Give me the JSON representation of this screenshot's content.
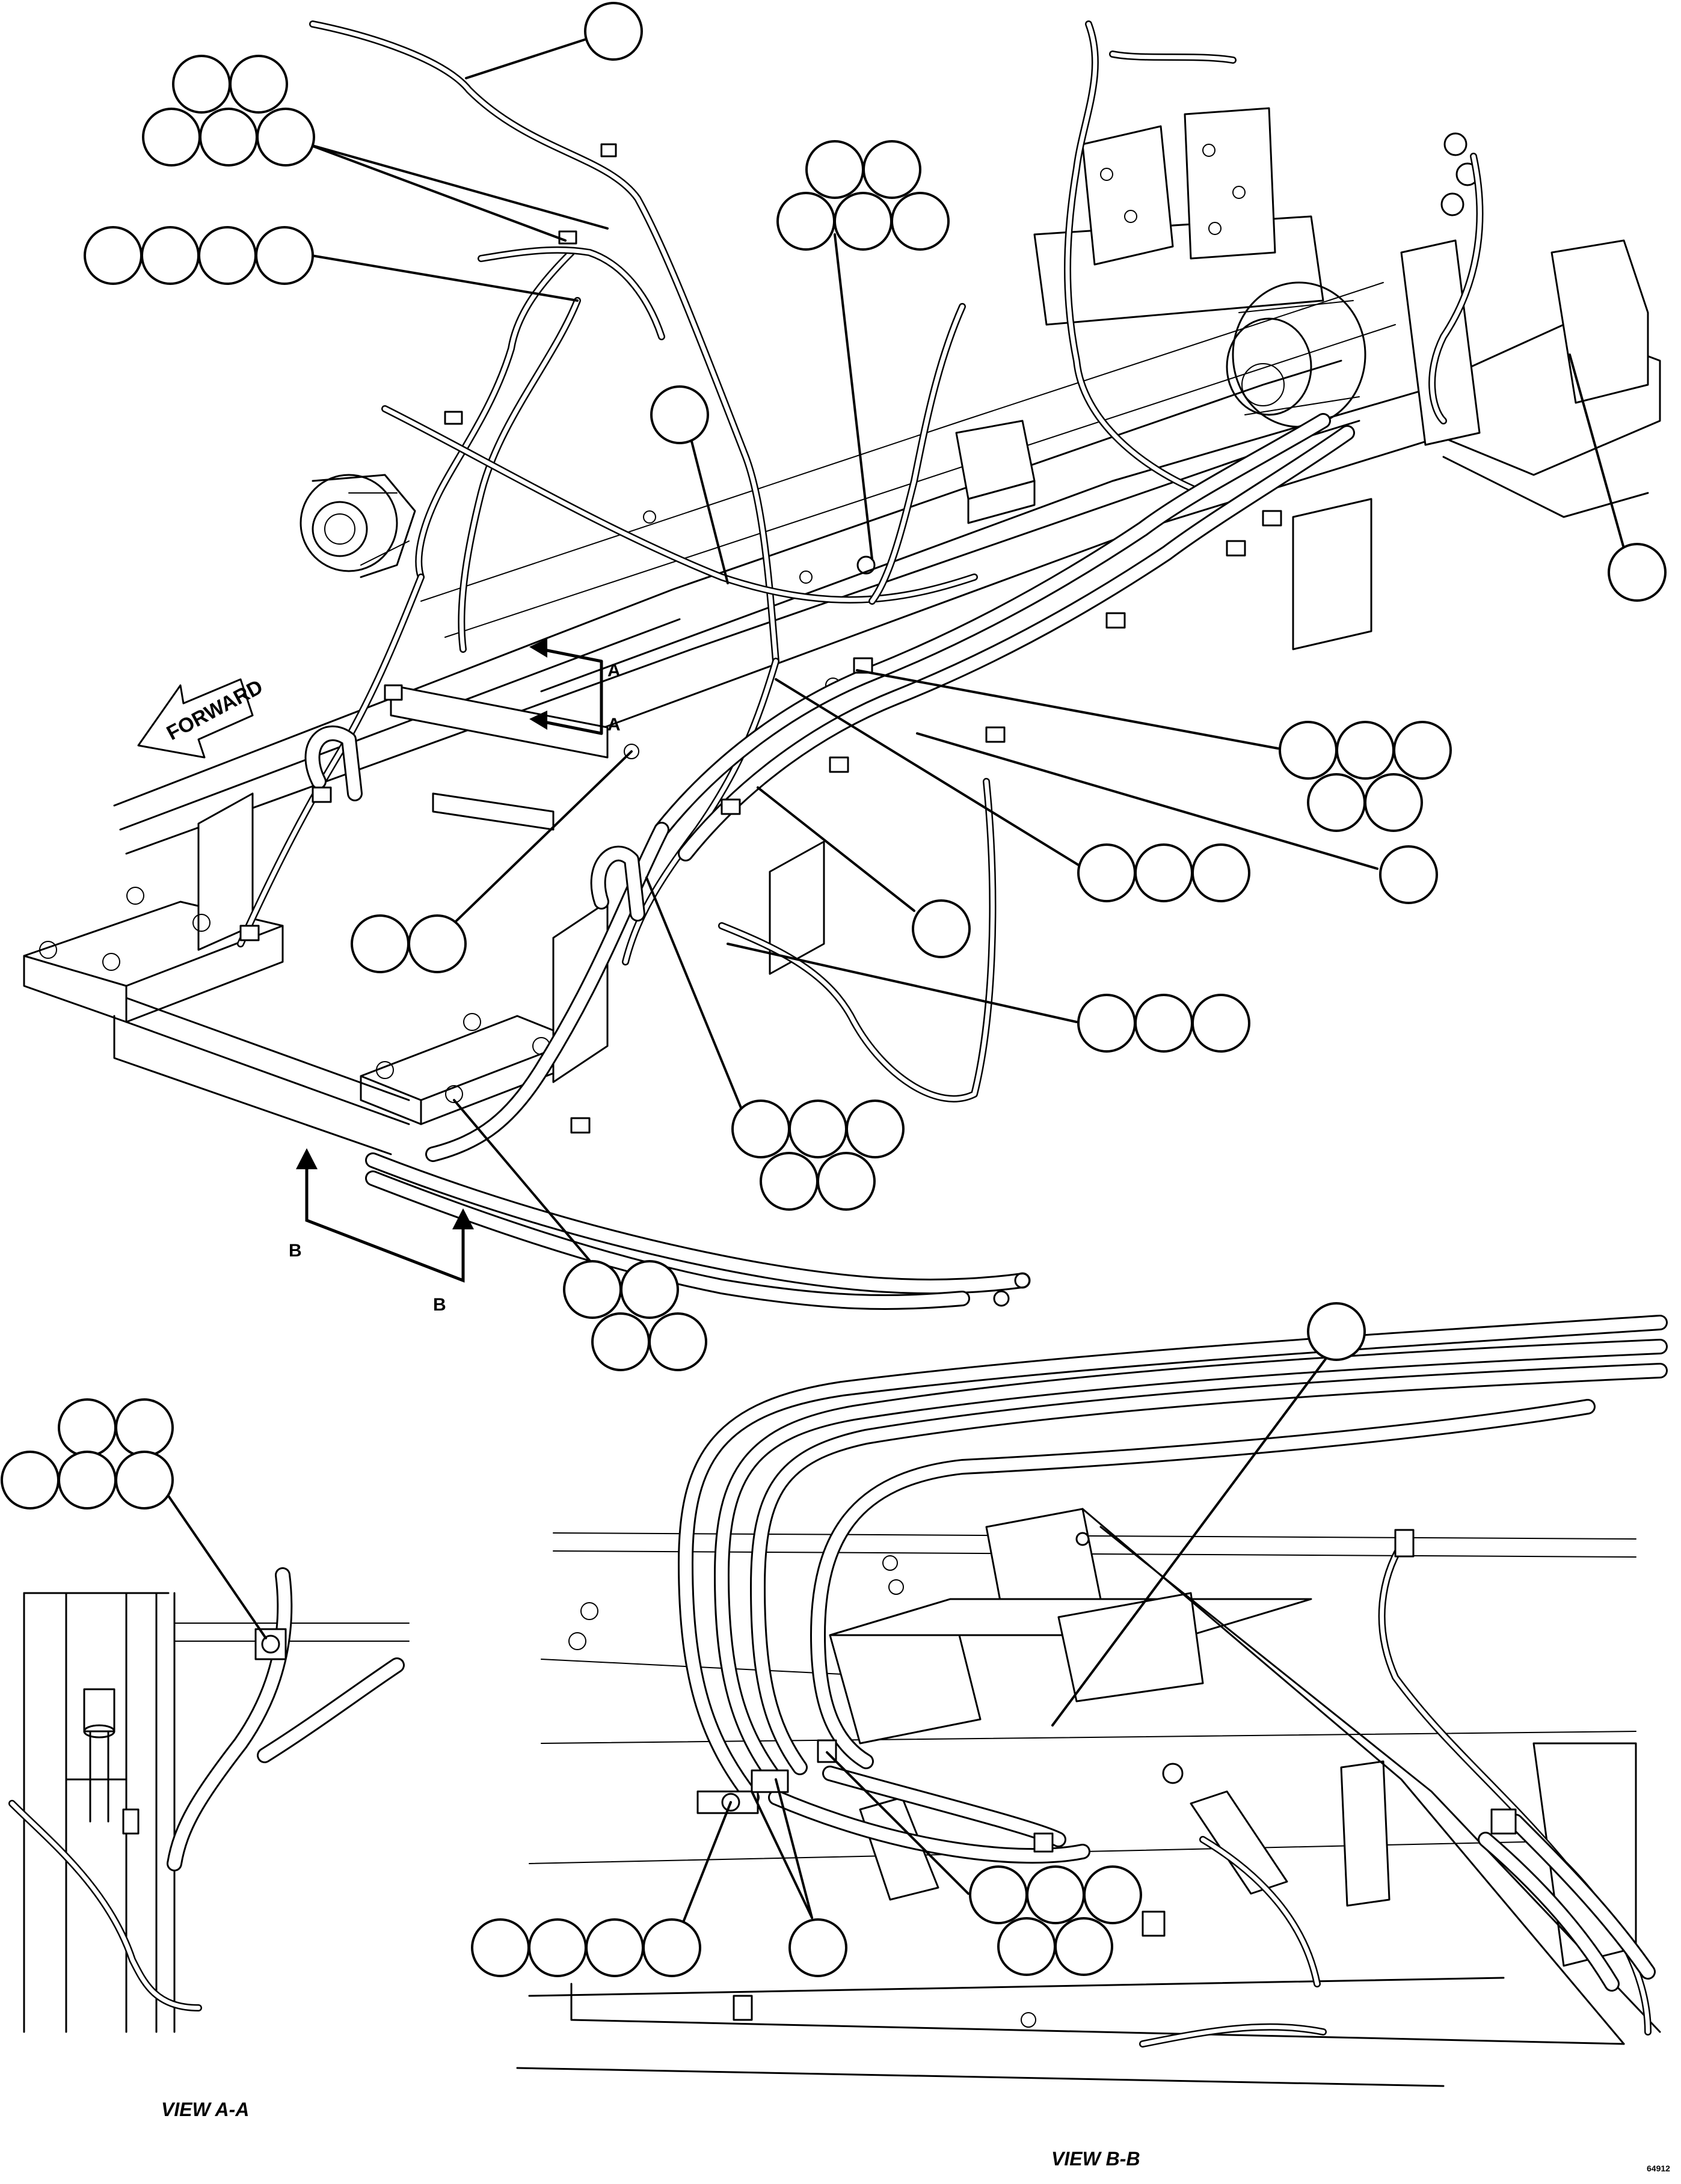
{
  "labels": {
    "forward_arrow": "FORWARD",
    "section_a_top": "A",
    "section_a_bottom": "A",
    "section_b_left": "B",
    "section_b_right": "B",
    "view_a_a": "VIEW A-A",
    "view_b_b": "VIEW B-B",
    "figure_number": "64912"
  },
  "callouts": {
    "description": "Empty reference balloons; callout numbers are not printed in the image",
    "group_count": 19
  }
}
